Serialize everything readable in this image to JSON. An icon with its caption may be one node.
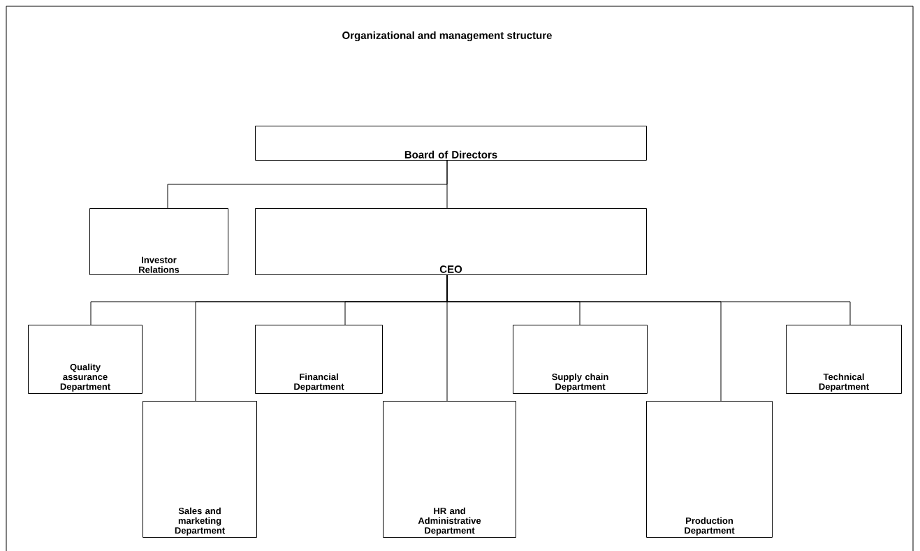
{
  "diagram": {
    "title": "Organizational and management structure",
    "nodes": [
      {
        "text": [
          "Board of Directors"
        ]
      },
      {
        "text": [
          "Investor Relations"
        ]
      },
      {
        "text": [
          "CEO"
        ]
      },
      {
        "text": [
          "Quality assurance Department"
        ]
      },
      {
        "text": [
          "Sales and marketing Department"
        ]
      },
      {
        "text": [
          "Financial Department"
        ]
      },
      {
        "text": [
          "HR and Administrative Department"
        ]
      },
      {
        "text": [
          "Supply chain Department"
        ]
      },
      {
        "text": [
          "Production Department"
        ]
      },
      {
        "text": [
          "Technical Department"
        ]
      }
    ],
    "edges": [
      {
        "from": 0,
        "to": 1,
        "arrow": "none"
      },
      {
        "from": 0,
        "to": 2,
        "arrow": "none"
      },
      {
        "from": 2,
        "to": 3,
        "arrow": "none"
      },
      {
        "from": 2,
        "to": 4,
        "arrow": "none"
      },
      {
        "from": 2,
        "to": 5,
        "arrow": "none"
      },
      {
        "from": 2,
        "to": 6,
        "arrow": "none"
      },
      {
        "from": 2,
        "to": 7,
        "arrow": "none"
      },
      {
        "from": 2,
        "to": 8,
        "arrow": "none"
      },
      {
        "from": 2,
        "to": 9,
        "arrow": "none"
      }
    ]
  }
}
